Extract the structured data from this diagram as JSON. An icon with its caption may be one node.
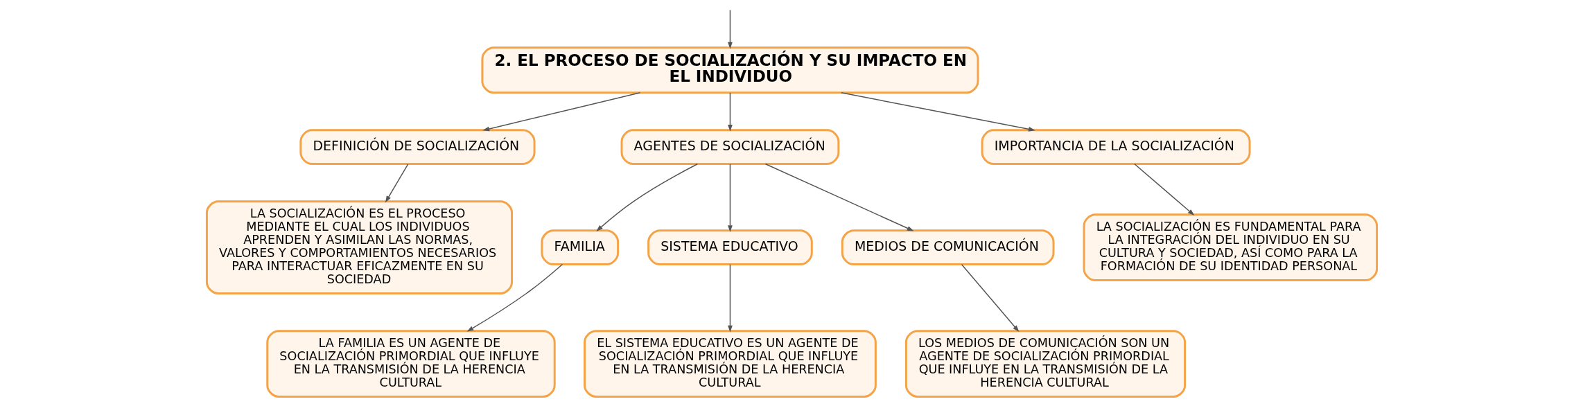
{
  "diagram": {
    "nodes": [
      {
        "text": [
          "2. EL PROCESO DE SOCIALIZACIÓN Y SU IMPACTO EN EL INDIVIDUO"
        ]
      },
      {
        "text": [
          "DEFINICIÓN DE SOCIALIZACIÓN"
        ]
      },
      {
        "text": [
          "AGENTES DE SOCIALIZACIÓN"
        ]
      },
      {
        "text": [
          "IMPORTANCIA DE LA SOCIALIZACIÓN"
        ]
      },
      {
        "text": [
          "LA SOCIALIZACIÓN ES EL PROCESO MEDIANTE EL CUAL LOS INDIVIDUOS APRENDEN Y ASIMILAN LAS NORMAS, VALORES Y COMPORTAMIENTOS NECESARIOS PARA INTERACTUAR EFICAZMENTE EN SU SOCIEDAD"
        ]
      },
      {
        "text": [
          "FAMILIA"
        ]
      },
      {
        "text": [
          "SISTEMA EDUCATIVO"
        ]
      },
      {
        "text": [
          "MEDIOS DE COMUNICACIÓN"
        ]
      },
      {
        "text": [
          "LA SOCIALIZACIÓN ES FUNDAMENTAL PARA LA INTEGRACIÓN DEL INDIVIDUO EN SU CULTURA Y SOCIEDAD, ASÍ COMO PARA LA FORMACIÓN DE SU IDENTIDAD PERSONAL"
        ]
      },
      {
        "text": [
          "LA FAMILIA ES UN AGENTE DE SOCIALIZACIÓN PRIMORDIAL QUE INFLUYE EN LA TRANSMISIÓN DE LA HERENCIA CULTURAL"
        ]
      },
      {
        "text": [
          "EL SISTEMA EDUCATIVO ES UN AGENTE DE SOCIALIZACIÓN PRIMORDIAL QUE INFLUYE EN LA TRANSMISIÓN DE LA HERENCIA CULTURAL"
        ]
      },
      {
        "text": [
          "LOS MEDIOS DE COMUNICACIÓN SON UN AGENTE DE SOCIALIZACIÓN PRIMORDIAL QUE INFLUYE EN LA TRANSMISIÓN DE LA HERENCIA CULTURAL"
        ]
      }
    ],
    "edges": [
      {
        "from": null,
        "to": 0,
        "arrow": "to"
      },
      {
        "from": 0,
        "to": 1,
        "arrow": "to"
      },
      {
        "from": 0,
        "to": 2,
        "arrow": "to"
      },
      {
        "from": 0,
        "to": 3,
        "arrow": "to"
      },
      {
        "from": 1,
        "to": 4,
        "arrow": "to"
      },
      {
        "from": 2,
        "to": 5,
        "arrow": "to"
      },
      {
        "from": 2,
        "to": 6,
        "arrow": "to"
      },
      {
        "from": 2,
        "to": 7,
        "arrow": "to"
      },
      {
        "from": 3,
        "to": 8,
        "arrow": "to"
      },
      {
        "from": 5,
        "to": 9,
        "arrow": "to"
      },
      {
        "from": 6,
        "to": 10,
        "arrow": "to"
      },
      {
        "from": 7,
        "to": 11,
        "arrow": "to"
      }
    ]
  }
}
